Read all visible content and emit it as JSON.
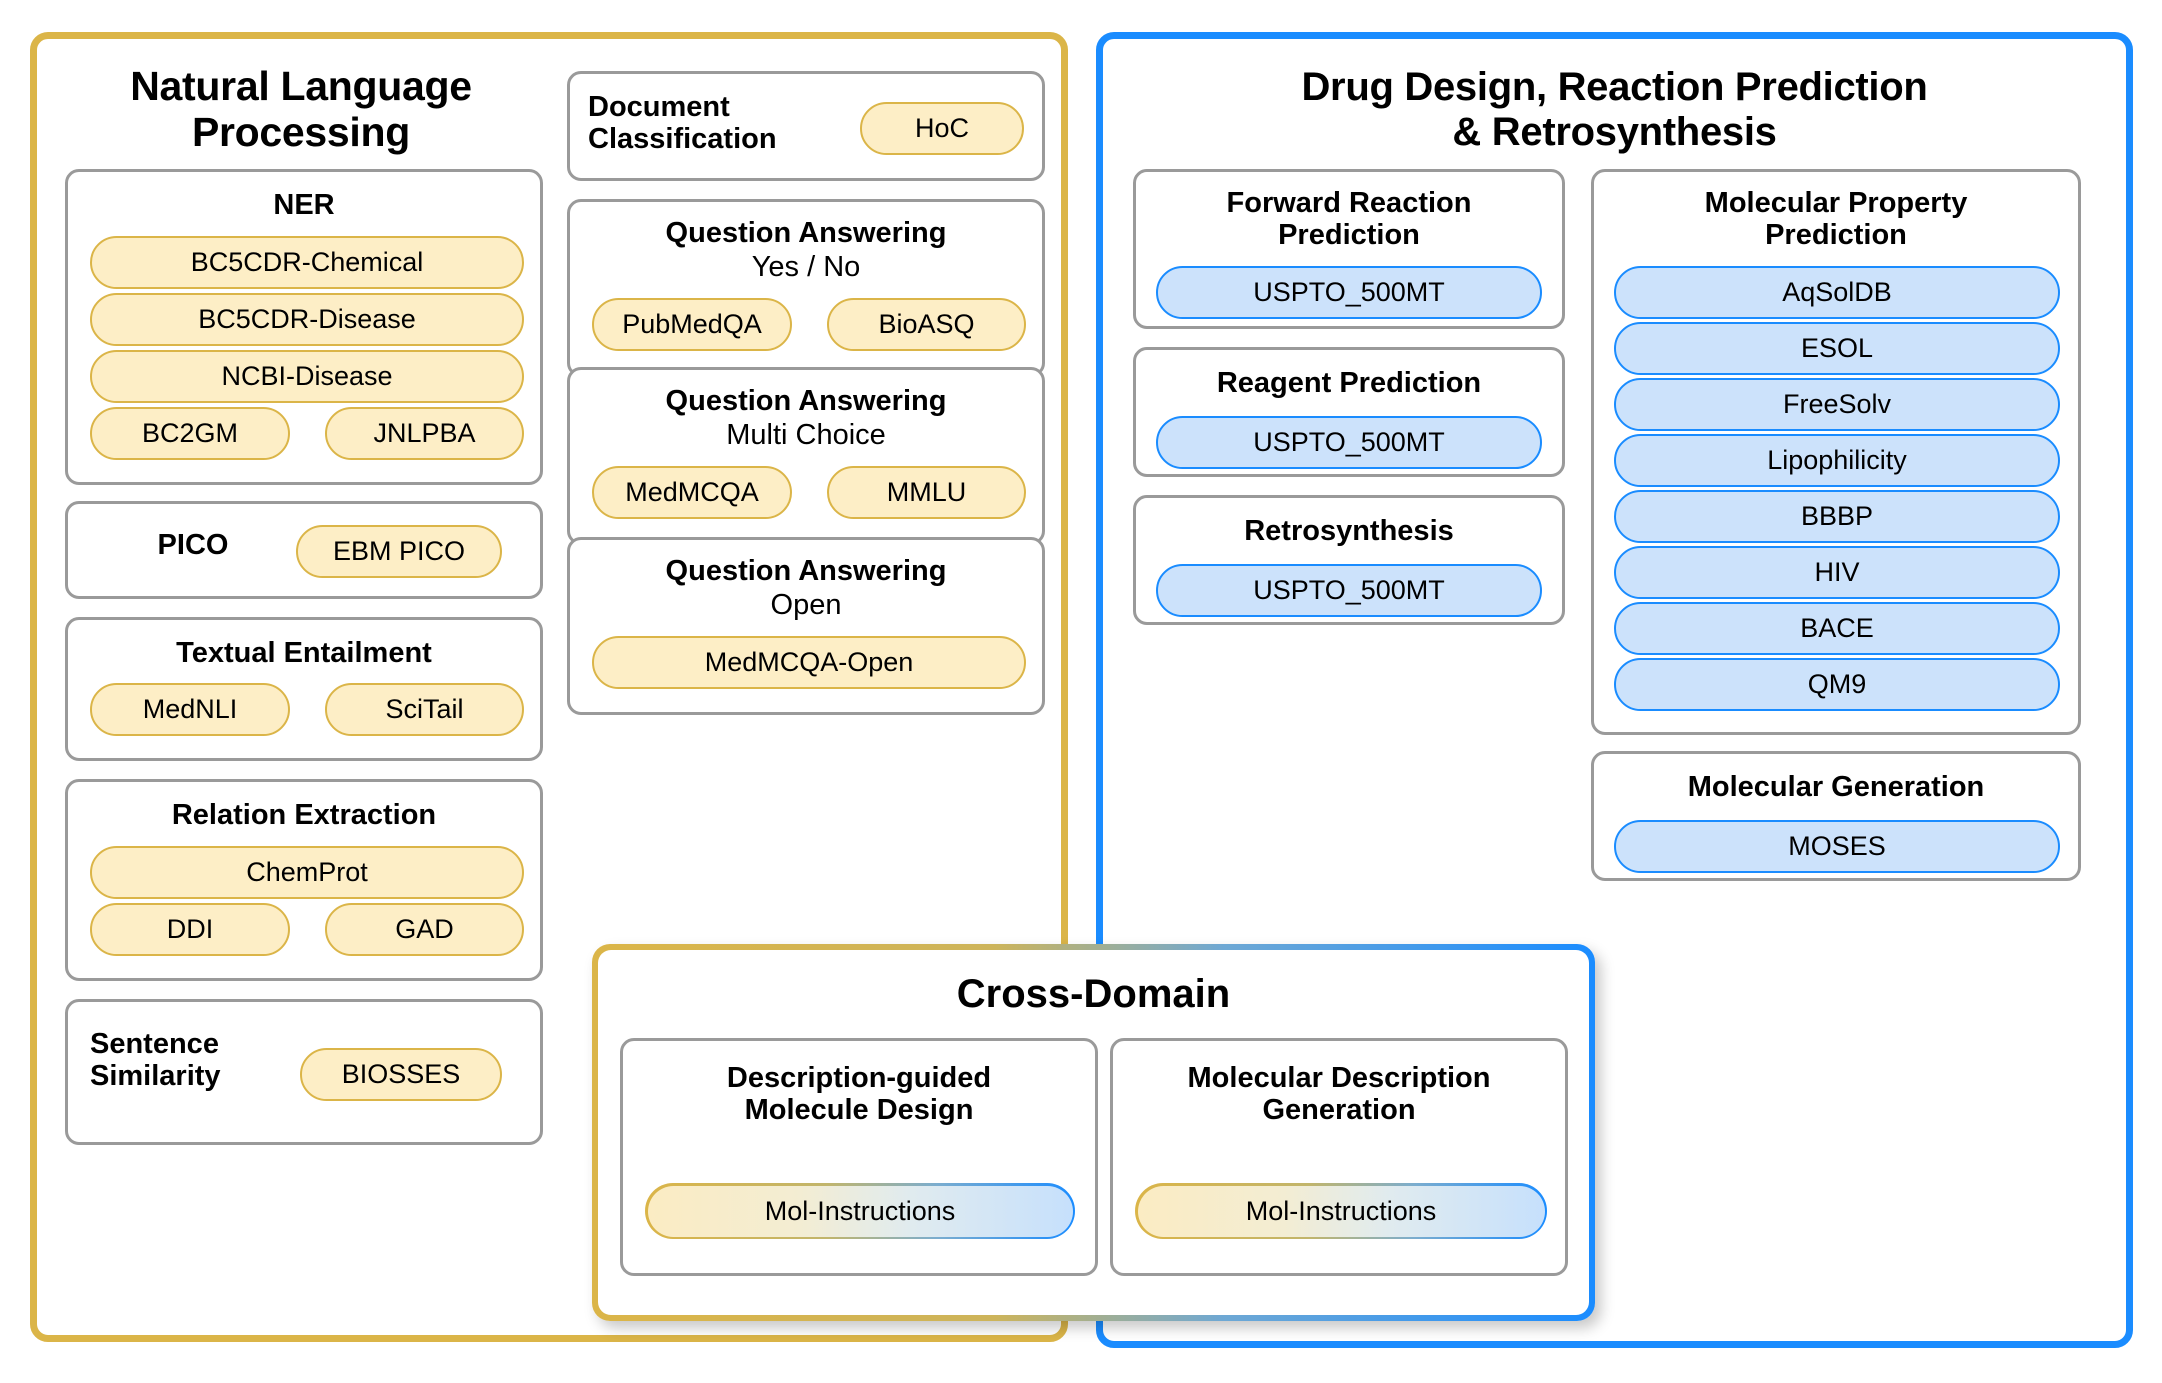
{
  "nlp": {
    "title": "Natural Language\nProcessing",
    "title_line1": "Natural Language",
    "title_line2": "Processing",
    "accent_color": "#dbb548",
    "cards": [
      {
        "name": "ner",
        "title": "NER",
        "sub": "",
        "datasets": [
          "BC5CDR-Chemical",
          "BC5CDR-Disease",
          "NCBI-Disease",
          "BC2GM",
          "JNLPBA"
        ]
      },
      {
        "name": "pico",
        "title": "PICO",
        "sub": "",
        "datasets": [
          "EBM PICO"
        ]
      },
      {
        "name": "textual-entailment",
        "title": "Textual Entailment",
        "sub": "",
        "datasets": [
          "MedNLI",
          "SciTail"
        ]
      },
      {
        "name": "relation-extraction",
        "title": "Relation Extraction",
        "sub": "",
        "datasets": [
          "ChemProt",
          "DDI",
          "GAD"
        ]
      },
      {
        "name": "sentence-similarity",
        "title": "Sentence\nSimilarity",
        "title_line1": "Sentence",
        "title_line2": "Similarity",
        "sub": "",
        "datasets": [
          "BIOSSES"
        ]
      },
      {
        "name": "document-classification",
        "title": "Document\nClassification",
        "title_line1": "Document",
        "title_line2": "Classification",
        "sub": "",
        "datasets": [
          "HoC"
        ]
      },
      {
        "name": "qa-yes-no",
        "title": "Question Answering",
        "sub": "Yes / No",
        "datasets": [
          "PubMedQA",
          "BioASQ"
        ]
      },
      {
        "name": "qa-multi-choice",
        "title": "Question Answering",
        "sub": "Multi Choice",
        "datasets": [
          "MedMCQA",
          "MMLU"
        ]
      },
      {
        "name": "qa-open",
        "title": "Question Answering",
        "sub": "Open",
        "datasets": [
          "MedMCQA-Open"
        ]
      }
    ]
  },
  "drug": {
    "title_line1": "Drug Design, Reaction Prediction",
    "title_line2": "& Retrosynthesis",
    "accent_color": "#1a8cff",
    "cards": [
      {
        "name": "forward-reaction-prediction",
        "title_line1": "Forward Reaction",
        "title_line2": "Prediction",
        "datasets": [
          "USPTO_500MT"
        ]
      },
      {
        "name": "reagent-prediction",
        "title_line1": "Reagent Prediction",
        "title_line2": "",
        "datasets": [
          "USPTO_500MT"
        ]
      },
      {
        "name": "retrosynthesis",
        "title_line1": "Retrosynthesis",
        "title_line2": "",
        "datasets": [
          "USPTO_500MT"
        ]
      },
      {
        "name": "molecular-property-prediction",
        "title_line1": "Molecular Property",
        "title_line2": "Prediction",
        "datasets": [
          "AqSolDB",
          "ESOL",
          "FreeSolv",
          "Lipophilicity",
          "BBBP",
          "HIV",
          "BACE",
          "QM9"
        ]
      },
      {
        "name": "molecular-generation",
        "title_line1": "Molecular Generation",
        "title_line2": "",
        "datasets": [
          "MOSES"
        ]
      }
    ]
  },
  "cross_domain": {
    "title": "Cross-Domain",
    "gradient_from": "#dbb548",
    "gradient_to": "#1a8cff",
    "cards": [
      {
        "name": "description-guided-molecule-design",
        "title_line1": "Description-guided",
        "title_line2": "Molecule Design",
        "datasets": [
          "Mol-Instructions"
        ]
      },
      {
        "name": "molecular-description-generation",
        "title_line1": "Molecular Description",
        "title_line2": "Generation",
        "datasets": [
          "Mol-Instructions"
        ]
      }
    ]
  }
}
